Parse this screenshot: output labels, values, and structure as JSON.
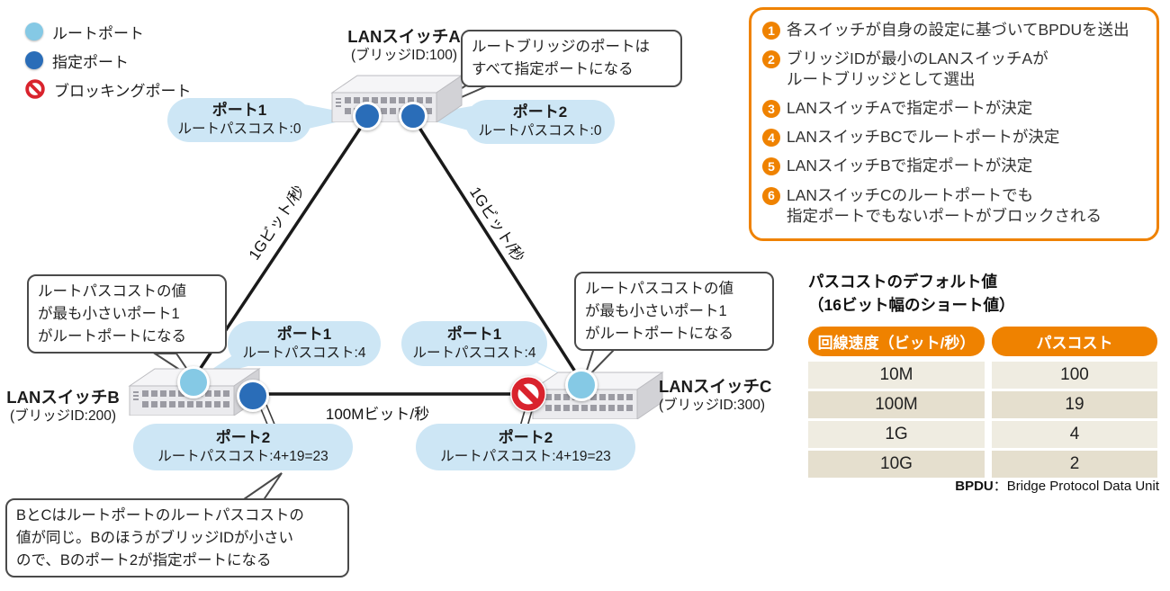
{
  "legend": {
    "items": [
      {
        "icon": "root-port-icon",
        "label": "ルートポート"
      },
      {
        "icon": "designated-port-icon",
        "label": "指定ポート"
      },
      {
        "icon": "blocking-port-icon",
        "label": "ブロッキングポート"
      }
    ]
  },
  "switches": {
    "a": {
      "name": "LANスイッチA",
      "bridge": "(ブリッジID:100)"
    },
    "b": {
      "name": "LANスイッチB",
      "bridge": "(ブリッジID:200)"
    },
    "c": {
      "name": "LANスイッチC",
      "bridge": "(ブリッジID:300)"
    }
  },
  "ports": {
    "a1": {
      "title": "ポート1",
      "cost": "ルートパスコスト:0"
    },
    "a2": {
      "title": "ポート2",
      "cost": "ルートパスコスト:0"
    },
    "b1": {
      "title": "ポート1",
      "cost": "ルートパスコスト:4"
    },
    "c1": {
      "title": "ポート1",
      "cost": "ルートパスコスト:4"
    },
    "b2": {
      "title": "ポート2",
      "cost": "ルートパスコスト:4+19=23"
    },
    "c2": {
      "title": "ポート2",
      "cost": "ルートパスコスト:4+19=23"
    }
  },
  "callouts": {
    "root_bridge": {
      "line1": "ルートブリッジのポートは",
      "line2": "すべて指定ポートになる"
    },
    "root_port_b": {
      "line1": "ルートパスコストの値",
      "line2": "が最も小さいポート1",
      "line3": "がルートポートになる"
    },
    "root_port_c": {
      "line1": "ルートパスコストの値",
      "line2": "が最も小さいポート1",
      "line3": "がルートポートになる"
    },
    "tie_break": {
      "line1": "BとCはルートポートのルートパスコストの",
      "line2": "値が同じ。BのほうがブリッジIDが小さい",
      "line3": "ので、Bのポート2が指定ポートになる"
    }
  },
  "links": {
    "ab": "1Gビット/秒",
    "ac": "1Gビット/秒",
    "bc": "100Mビット/秒"
  },
  "steps": [
    {
      "num": "1",
      "line1": "各スイッチが自身の設定に基づいてBPDUを送出",
      "line2": ""
    },
    {
      "num": "2",
      "line1": "ブリッジIDが最小のLANスイッチAが",
      "line2": "ルートブリッジとして選出"
    },
    {
      "num": "3",
      "line1": "LANスイッチAで指定ポートが決定",
      "line2": ""
    },
    {
      "num": "4",
      "line1": "LANスイッチBCでルートポートが決定",
      "line2": ""
    },
    {
      "num": "5",
      "line1": "LANスイッチBで指定ポートが決定",
      "line2": ""
    },
    {
      "num": "6",
      "line1": "LANスイッチCのルートポートでも",
      "line2": "指定ポートでもないポートがブロックされる"
    }
  ],
  "cost_table": {
    "title1": "パスコストのデフォルト値",
    "title2": "（16ビット幅のショート値）",
    "col1": "回線速度（ビット/秒）",
    "col2": "パスコスト",
    "rows": [
      {
        "speed": "10M",
        "cost": "100"
      },
      {
        "speed": "100M",
        "cost": "19"
      },
      {
        "speed": "1G",
        "cost": "4"
      },
      {
        "speed": "10G",
        "cost": "2"
      }
    ]
  },
  "note": {
    "abbr": "BPDU",
    "desc": "：Bridge Protocol Data Unit"
  },
  "colors": {
    "accent_orange": "#ef8200",
    "bubble_blue": "#cde6f5",
    "root_port_blue": "#85c9e5",
    "designated_port_blue": "#2a6db8",
    "blocking_red": "#d9232d"
  }
}
